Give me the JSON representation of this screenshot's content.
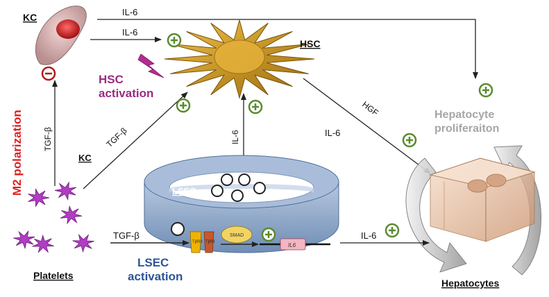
{
  "colors": {
    "arrow": "#222222",
    "plus": "#5a8a2e",
    "minus": "#b11a1a",
    "hsc_activation": "#9b2b82",
    "lsec_activation": "#2f5597",
    "m2_polarization": "#e02020",
    "hepatocyte_proliferation": "#a6a6a6",
    "platelet": "#b23cc4",
    "lsec_ring": "#8fa8c8",
    "hsc_fill": "#d9a21c"
  },
  "icons": {
    "plus": "plus-circle-icon",
    "minus": "minus-circle-icon",
    "lightning": "lightning-bolt-icon",
    "kupffer_cell": "kupffer-cell-icon",
    "hsc": "stellate-cell-icon",
    "platelet": "platelet-icon",
    "lsec": "lsec-ring-icon",
    "hepatocyte": "hepatocyte-cube-icon",
    "cycle": "circular-arrows-icon"
  },
  "labels": {
    "kc_top": "KC",
    "kc_middle": "KC",
    "hsc": "HSC",
    "hsc_activation_line1": "HSC",
    "hsc_activation_line2": "activation",
    "m2_polarization": "M2 polarization",
    "platelets": "Platelets",
    "lsec": "LSEC",
    "lsec_activation_line1": "LSEC",
    "lsec_activation_line2": "activation",
    "hepatocyte_proliferation_line1": "Hepatocyte",
    "hepatocyte_proliferation_line2": "proliferaiton",
    "hepatocytes": "Hepatocytes"
  },
  "edges": {
    "kc_to_hep_il6": "IL-6",
    "kc_to_hsc_il6": "IL-6",
    "platelets_to_kc_tgfb": "TGF-β",
    "platelets_to_hsc_tgfb": "TGF-β",
    "hsc_to_hep_hgf": "HGF",
    "lsec_to_hsc_il6": "IL-6",
    "lsec_to_hep_il6_mid": "IL-6",
    "platelets_to_lsec_tgfb": "TGF-β",
    "lsec_to_hep_il6_low": "IL-6"
  },
  "lsec_internal": {
    "receptor1": "TβRII",
    "receptor2": "TβRI",
    "smad": "SMAD",
    "gene": "IL6"
  }
}
